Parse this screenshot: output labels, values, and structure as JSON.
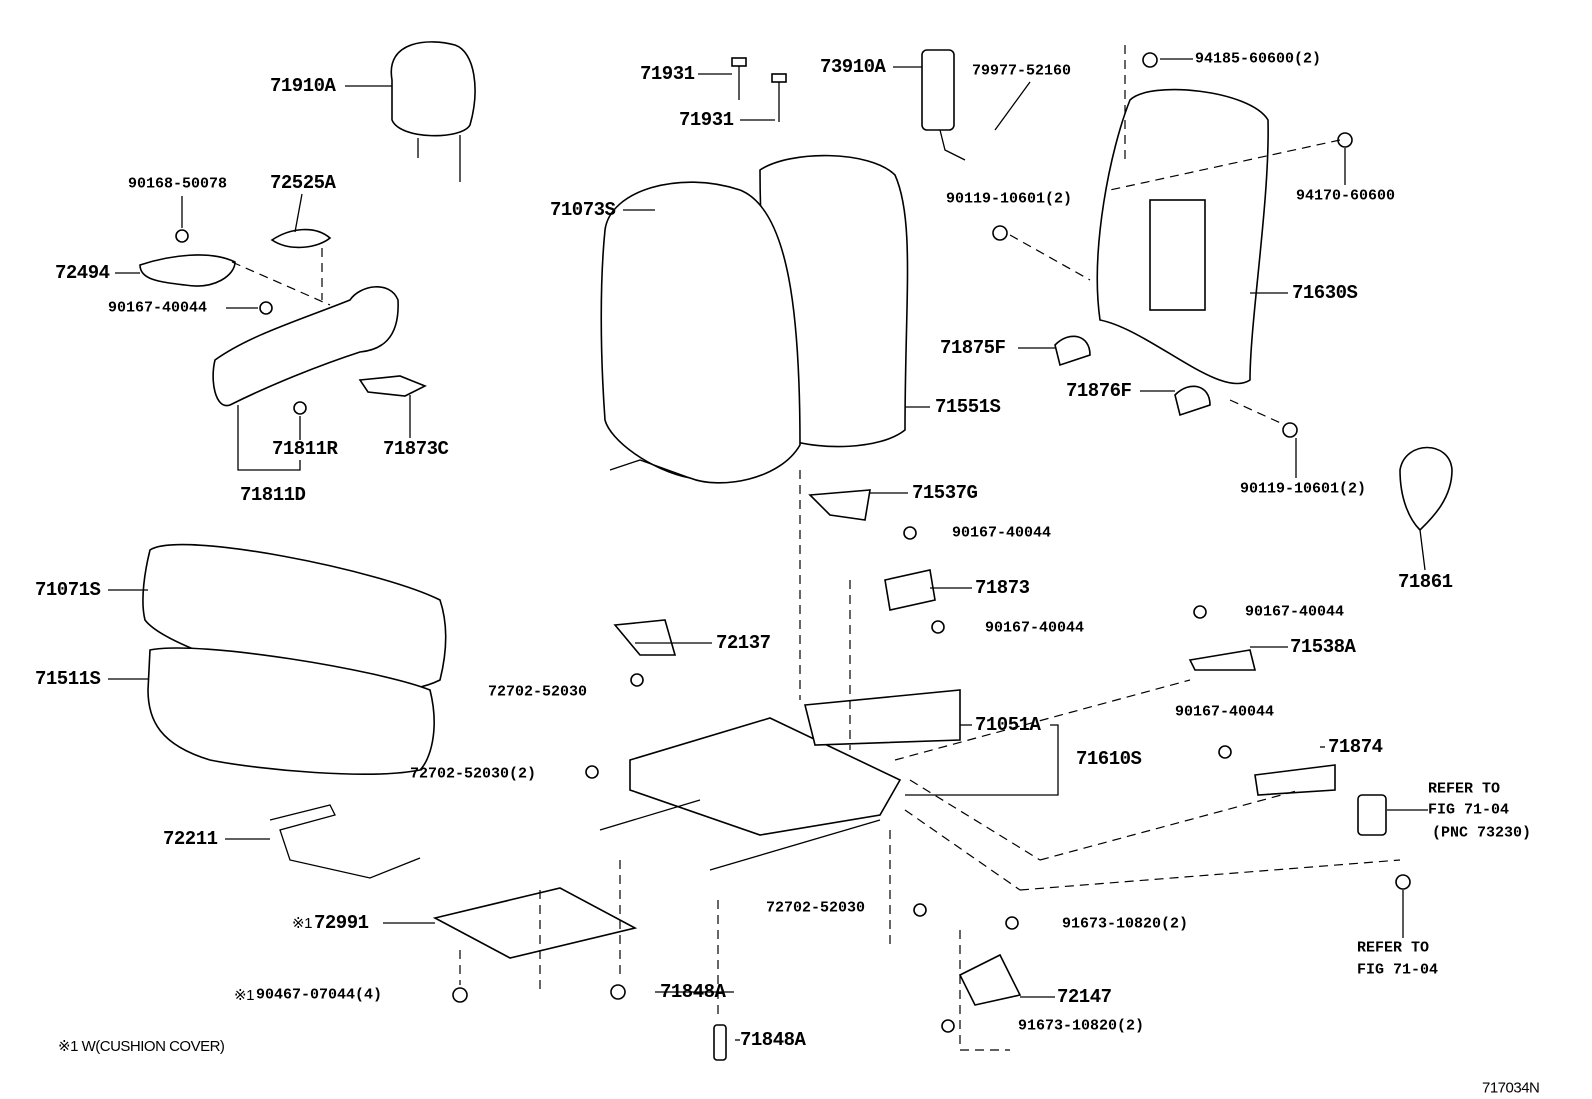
{
  "diagram": {
    "figure_id": "717034N",
    "footnote": "※1 W(CUSHION COVER)",
    "parts": {
      "headrest": "71910A",
      "bolt_90168": "90168-50078",
      "cover_72525A": "72525A",
      "lever_72494": "72494",
      "screw_shield": "90167-40044",
      "clip_71811R": "71811R",
      "bracket_71873C": "71873C",
      "shield_71811D": "71811D",
      "guide_upper": "71931",
      "guide_lower": "71931",
      "airbag": "73910A",
      "wire_79977": "79977-52160",
      "nut_94185": "94185-60600(2)",
      "back_cover": "71073S",
      "bolt_back_frame_upper": "90119-10601(2)",
      "nut_94170": "94170-60600",
      "back_frame": "71630S",
      "cover_71875F": "71875F",
      "cover_71876F": "71876F",
      "back_pad": "71551S",
      "bolt_back_frame_lower": "90119-10601(2)",
      "bracket_71537G": "71537G",
      "screw_71537G": "90167-40044",
      "knob_71861": "71861",
      "cushion_cover": "71071S",
      "bracket_71873": "71873",
      "screw_71873": "90167-40044",
      "screw_71538A": "90167-40044",
      "cover_72137": "72137",
      "bracket_71538A": "71538A",
      "cushion_pad": "71511S",
      "bolt_72702_top": "72702-52030",
      "spring_71051A": "71051A",
      "screw_71874": "90167-40044",
      "bracket_71874": "71874",
      "frame_adjuster": "71610S",
      "bolt_72702_side": "72702-52030(2)",
      "refer_buckle": [
        "REFER TO",
        "FIG 71-04",
        "(PNC 73230)"
      ],
      "wire_72211": "72211",
      "bolt_72702_right": "72702-52030",
      "bolt_91673_upper": "91673-10820(2)",
      "sheet_72991_mark": "※1",
      "sheet_72991": "72991",
      "refer_nut": [
        "REFER TO",
        "FIG 71-04"
      ],
      "cover_71848A_upper": "71848A",
      "clip_90467_mark": "※1",
      "clip_90467": "90467-07044(4)",
      "cover_72147": "72147",
      "bolt_91673_lower": "91673-10820(2)",
      "cover_71848A_lower": "71848A"
    }
  }
}
